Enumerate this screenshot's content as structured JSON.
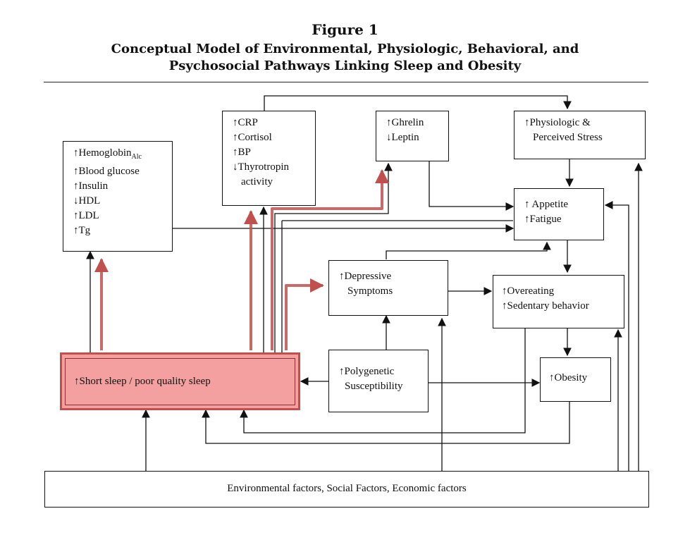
{
  "figure": {
    "label": "Figure 1",
    "title_line1": "Conceptual Model of Environmental, Physiologic, Behavioral, and",
    "title_line2": "Psychosocial Pathways Linking Sleep and Obesity"
  },
  "boxes": {
    "metabolic": [
      "↑Hemoglobin",
      "Alc",
      "↑Blood glucose",
      "↑Insulin",
      "↓HDL",
      "↑LDL",
      "↑Tg"
    ],
    "inflammation": [
      "↑CRP",
      "↑Cortisol",
      "↑BP",
      "↓Thyrotropin",
      "activity"
    ],
    "hormones": [
      "↑Ghrelin",
      "↓Leptin"
    ],
    "stress": [
      "↑Physiologic &",
      "Perceived Stress"
    ],
    "appetite": [
      "↑ Appetite",
      "↑Fatigue"
    ],
    "depression": [
      "↑Depressive",
      "Symptoms"
    ],
    "overeating": [
      "↑Overeating",
      "↑Sedentary behavior"
    ],
    "sleep": "↑Short sleep / poor quality sleep",
    "genetic": [
      "↑Polygenetic",
      "Susceptibility"
    ],
    "obesity": "↑Obesity",
    "environment": "Environmental factors, Social Factors, Economic factors"
  },
  "colors": {
    "highlight_fill": "#f4a0a0",
    "highlight_border": "#c0504d",
    "line": "#111111"
  }
}
